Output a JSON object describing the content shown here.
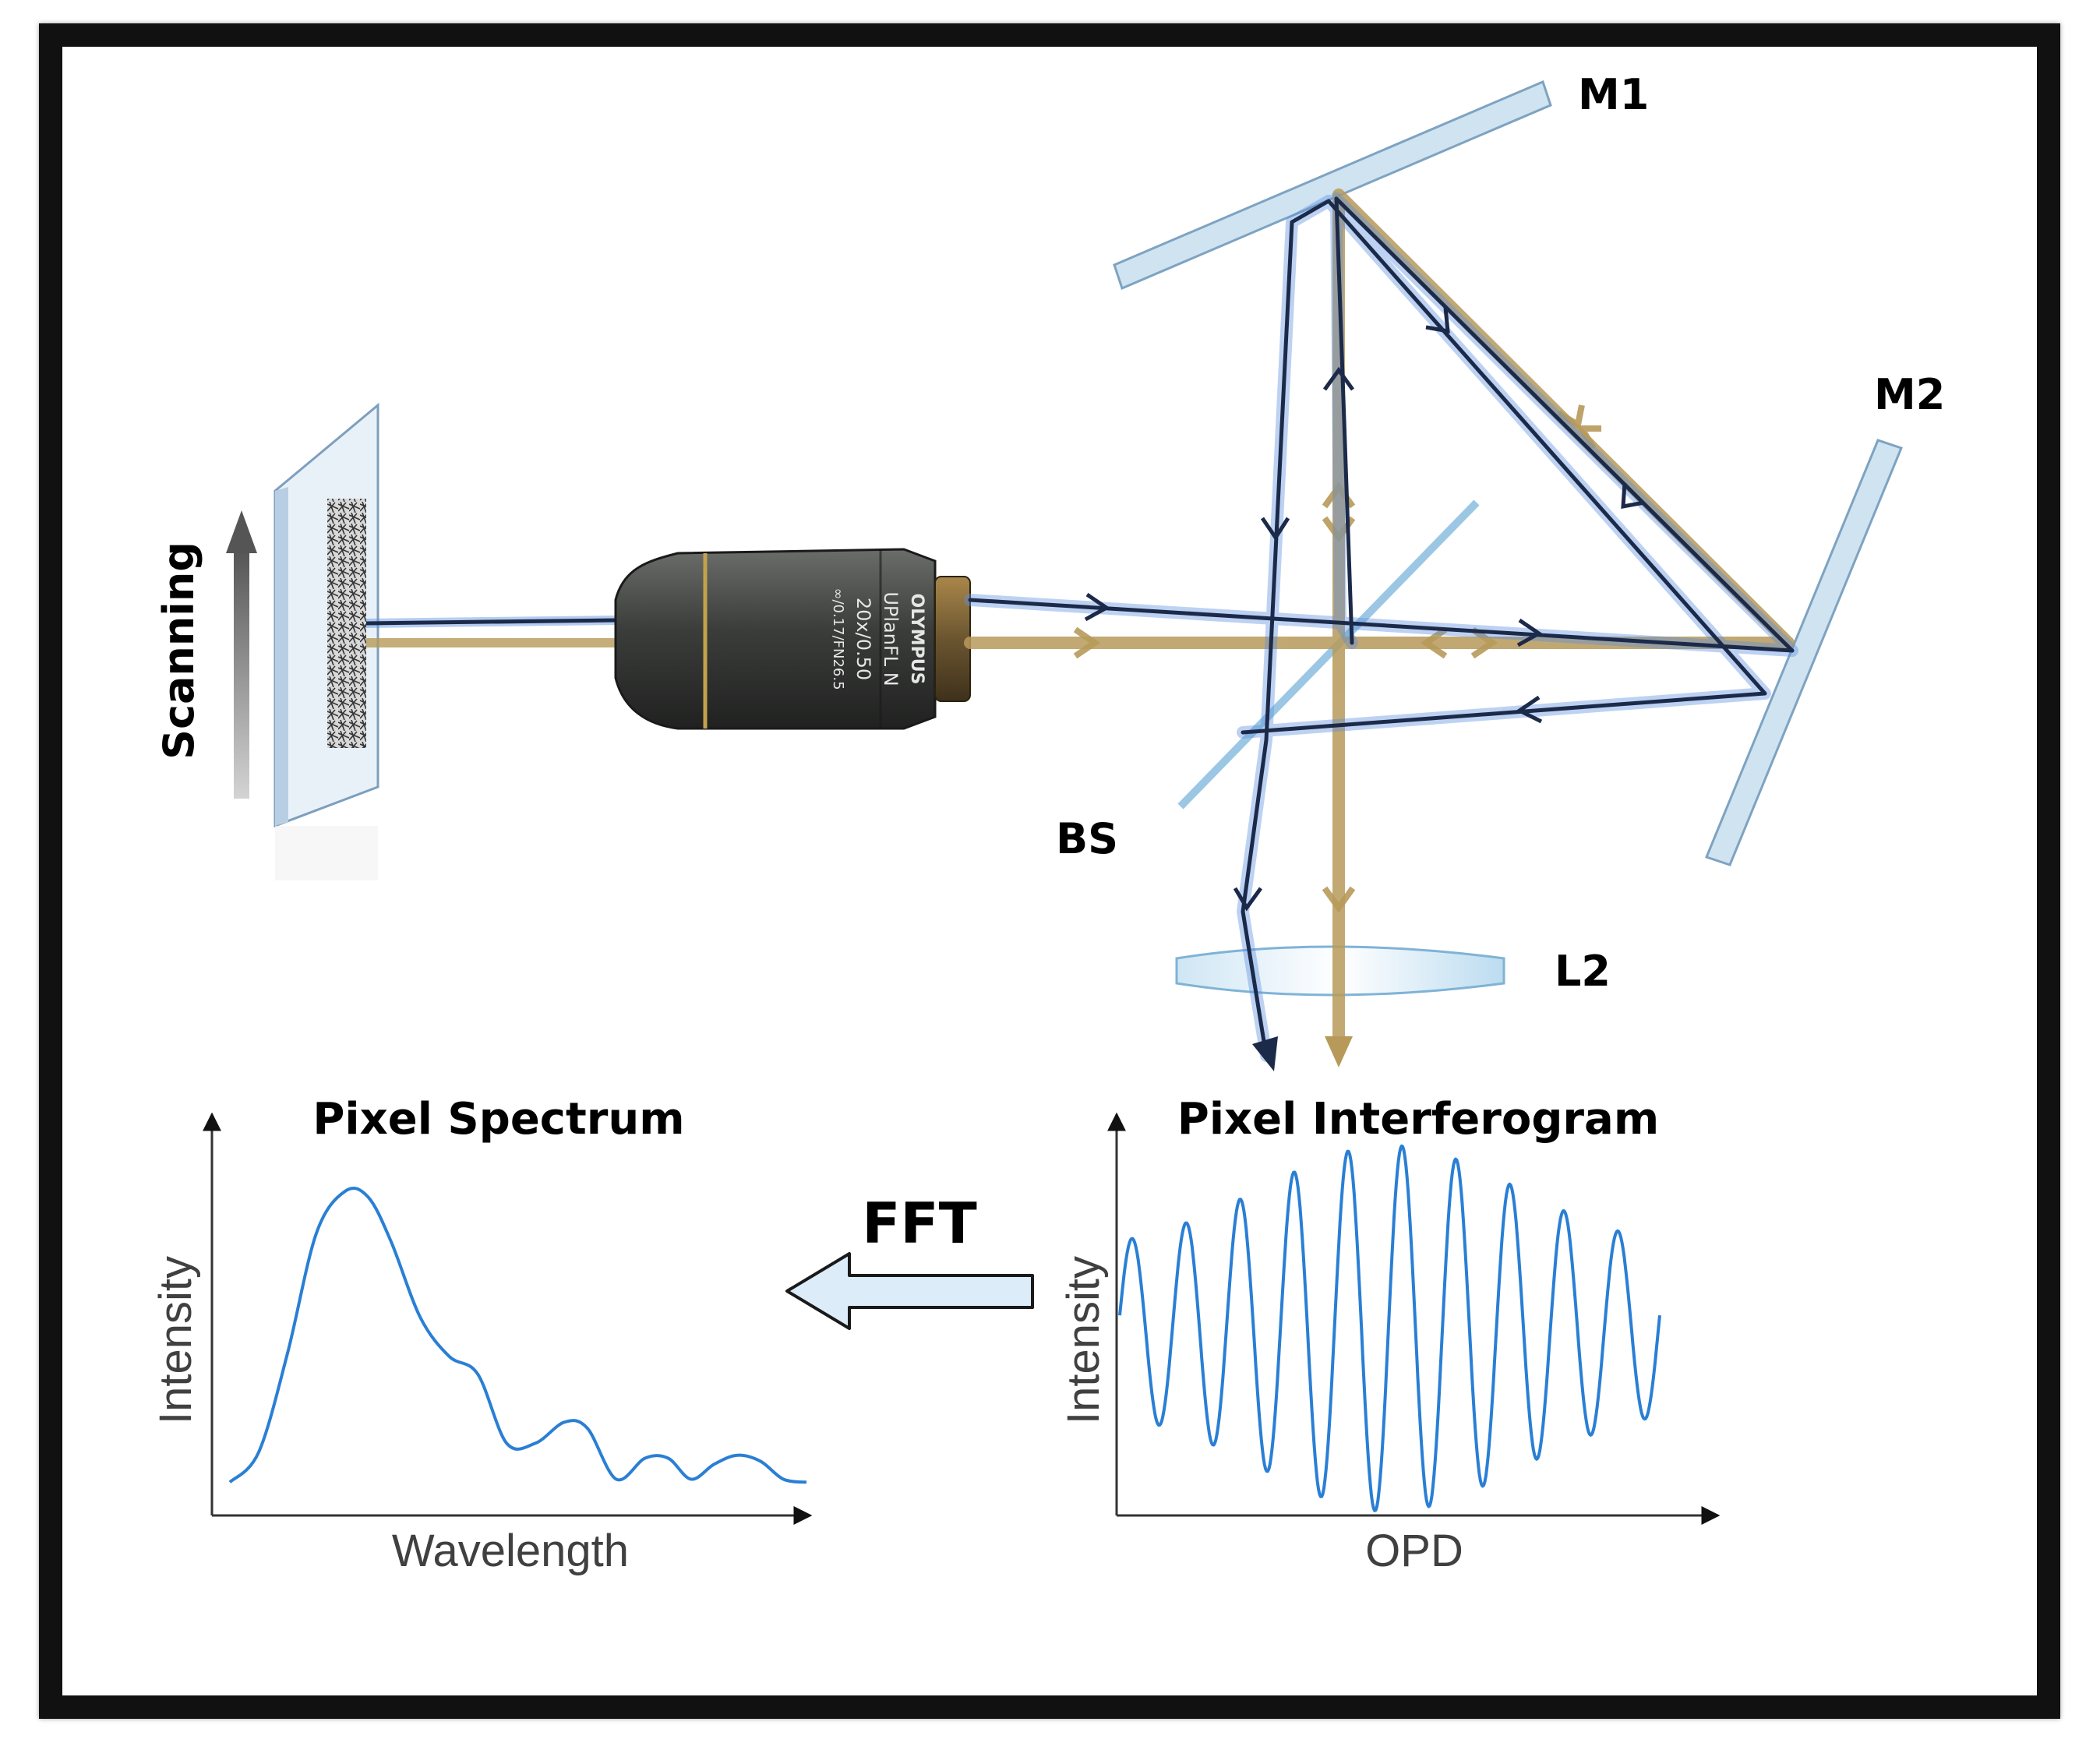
{
  "labels": {
    "m1": "M1",
    "m2": "M2",
    "bs": "BS",
    "l2": "L2",
    "scanning": "Scanning",
    "fft": "FFT"
  },
  "objective": {
    "brand": "OLYMPUS",
    "line1": "UPlanFL N",
    "line2": "20x/0.50",
    "line3": "∞/0.17/FN26.5"
  },
  "colors": {
    "blue_beam": "#1c2a4a",
    "beam_glow": "#5b8fe0",
    "gold_beam": "#b79a5a",
    "mirror": "#bcd6ea",
    "curve": "#2a7fd4"
  },
  "chart_data": [
    {
      "type": "line",
      "title": "Pixel Spectrum",
      "xlabel": "Wavelength",
      "ylabel": "Intensity",
      "grid": false,
      "x": [
        0,
        0.05,
        0.1,
        0.15,
        0.2,
        0.24,
        0.28,
        0.33,
        0.38,
        0.43,
        0.48,
        0.53,
        0.58,
        0.62,
        0.67,
        0.72,
        0.76,
        0.8,
        0.84,
        0.88,
        0.92,
        0.96,
        1.0
      ],
      "y": [
        0.02,
        0.12,
        0.45,
        0.85,
        0.99,
        0.97,
        0.82,
        0.57,
        0.44,
        0.38,
        0.15,
        0.15,
        0.22,
        0.2,
        0.03,
        0.1,
        0.1,
        0.03,
        0.08,
        0.11,
        0.09,
        0.03,
        0.02
      ]
    },
    {
      "type": "line",
      "title": "Pixel Interferogram",
      "xlabel": "OPD",
      "ylabel": "Intensity",
      "grid": false,
      "x_range": [
        0,
        1
      ],
      "y_range": [
        -1,
        1
      ],
      "cycles": 10,
      "envelope_peak": 0.5,
      "amplitude_edge": 0.42
    }
  ]
}
